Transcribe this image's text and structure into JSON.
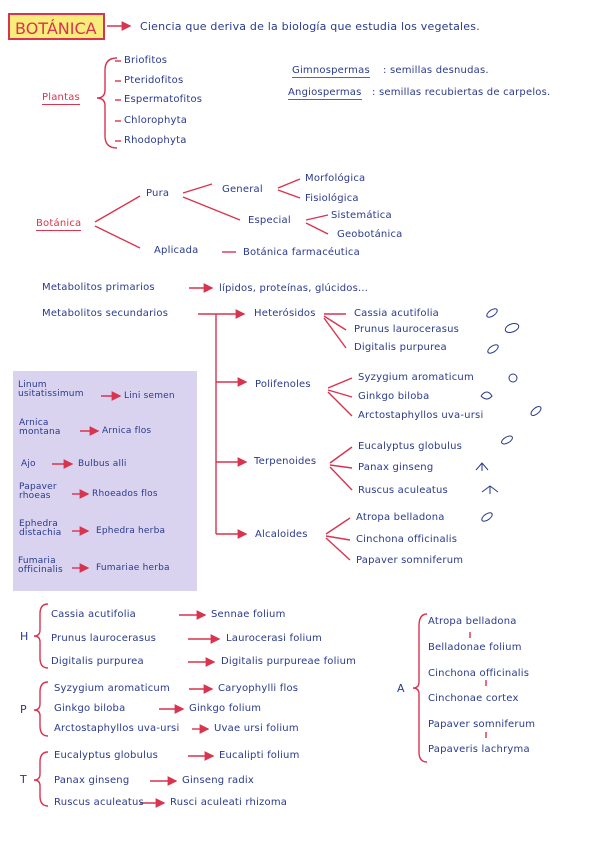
{
  "header": {
    "title": "BOTÁNICA",
    "definition": "Ciencia que deriva de la biología que estudia los vegetales."
  },
  "plantas": {
    "label": "Plantas",
    "items": [
      "Briofitos",
      "Pteridofitos",
      "Espermatofitos",
      "Chlorophyta",
      "Rhodophyta"
    ],
    "gimnospermas_term": "Gimnospermas",
    "gimnospermas_def": ": semillas desnudas.",
    "angiospermas_term": "Angiospermas",
    "angiospermas_def": ": semillas recubiertas de carpelos."
  },
  "botanica_tree": {
    "root": "Botánica",
    "pura": "Pura",
    "aplicada": "Aplicada",
    "general": "General",
    "especial": "Especial",
    "morfologica": "Morfológica",
    "fisiologica": "Fisiológica",
    "sistematica": "Sistemática",
    "geobotanica": "Geobotánica",
    "farmaceutica": "Botánica farmacéutica"
  },
  "metabolitos": {
    "primarios": "Metabolitos primarios",
    "primarios_list": "lípidos, proteínas, glúcidos...",
    "secundarios": "Metabolitos secundarios",
    "heterosidos": {
      "label": "Heterósidos",
      "species": [
        "Cassia acutifolia",
        "Prunus laurocerasus",
        "Digitalis purpurea"
      ]
    },
    "polifenoles": {
      "label": "Polifenoles",
      "species": [
        "Syzygium aromaticum",
        "Ginkgo biloba",
        "Arctostaphyllos uva-ursi"
      ]
    },
    "terpenoides": {
      "label": "Terpenoides",
      "species": [
        "Eucalyptus globulus",
        "Panax ginseng",
        "Ruscus aculeatus"
      ]
    },
    "alcaloides": {
      "label": "Alcaloides",
      "species": [
        "Atropa belladona",
        "Cinchona officinalis",
        "Papaver somniferum"
      ]
    }
  },
  "drogas_box": {
    "rows": [
      {
        "plant": "Linum usitatissimum",
        "drug": "Lini semen"
      },
      {
        "plant": "Arnica montana",
        "drug": "Arnica flos"
      },
      {
        "plant": "Ajo",
        "drug": "Bulbus alli"
      },
      {
        "plant": "Papaver rhoeas",
        "drug": "Rhoeados flos"
      },
      {
        "plant": "Ephedra distachia",
        "drug": "Ephedra herba"
      },
      {
        "plant": "Fumaria officinalis",
        "drug": "Fumariae herba"
      }
    ]
  },
  "summary": {
    "H": {
      "letter": "H",
      "rows": [
        {
          "plant": "Cassia acutifolia",
          "drug": "Sennae folium"
        },
        {
          "plant": "Prunus laurocerasus",
          "drug": "Laurocerasi folium"
        },
        {
          "plant": "Digitalis purpurea",
          "drug": "Digitalis purpureae folium"
        }
      ]
    },
    "P": {
      "letter": "P",
      "rows": [
        {
          "plant": "Syzygium aromaticum",
          "drug": "Caryophylli flos"
        },
        {
          "plant": "Ginkgo biloba",
          "drug": "Ginkgo folium"
        },
        {
          "plant": "Arctostaphyllos uva-ursi",
          "drug": "Uvae ursi folium"
        }
      ]
    },
    "T": {
      "letter": "T",
      "rows": [
        {
          "plant": "Eucalyptus globulus",
          "drug": "Eucalipti folium"
        },
        {
          "plant": "Panax ginseng",
          "drug": "Ginseng radix"
        },
        {
          "plant": "Ruscus aculeatus",
          "drug": "Rusci aculeati rhizoma"
        }
      ]
    },
    "A": {
      "letter": "A",
      "rows": [
        "Atropa belladona",
        "Belladonae folium",
        "Cinchona officinalis",
        "Cinchonae cortex",
        "Papaver somniferum",
        "Papaveris lachryma"
      ]
    }
  },
  "colors": {
    "ink_blue": "#2a3a8c",
    "ink_red": "#d8344f",
    "highlight_yellow": "#f8ec7a",
    "box_lilac": "#d9d3f0"
  }
}
